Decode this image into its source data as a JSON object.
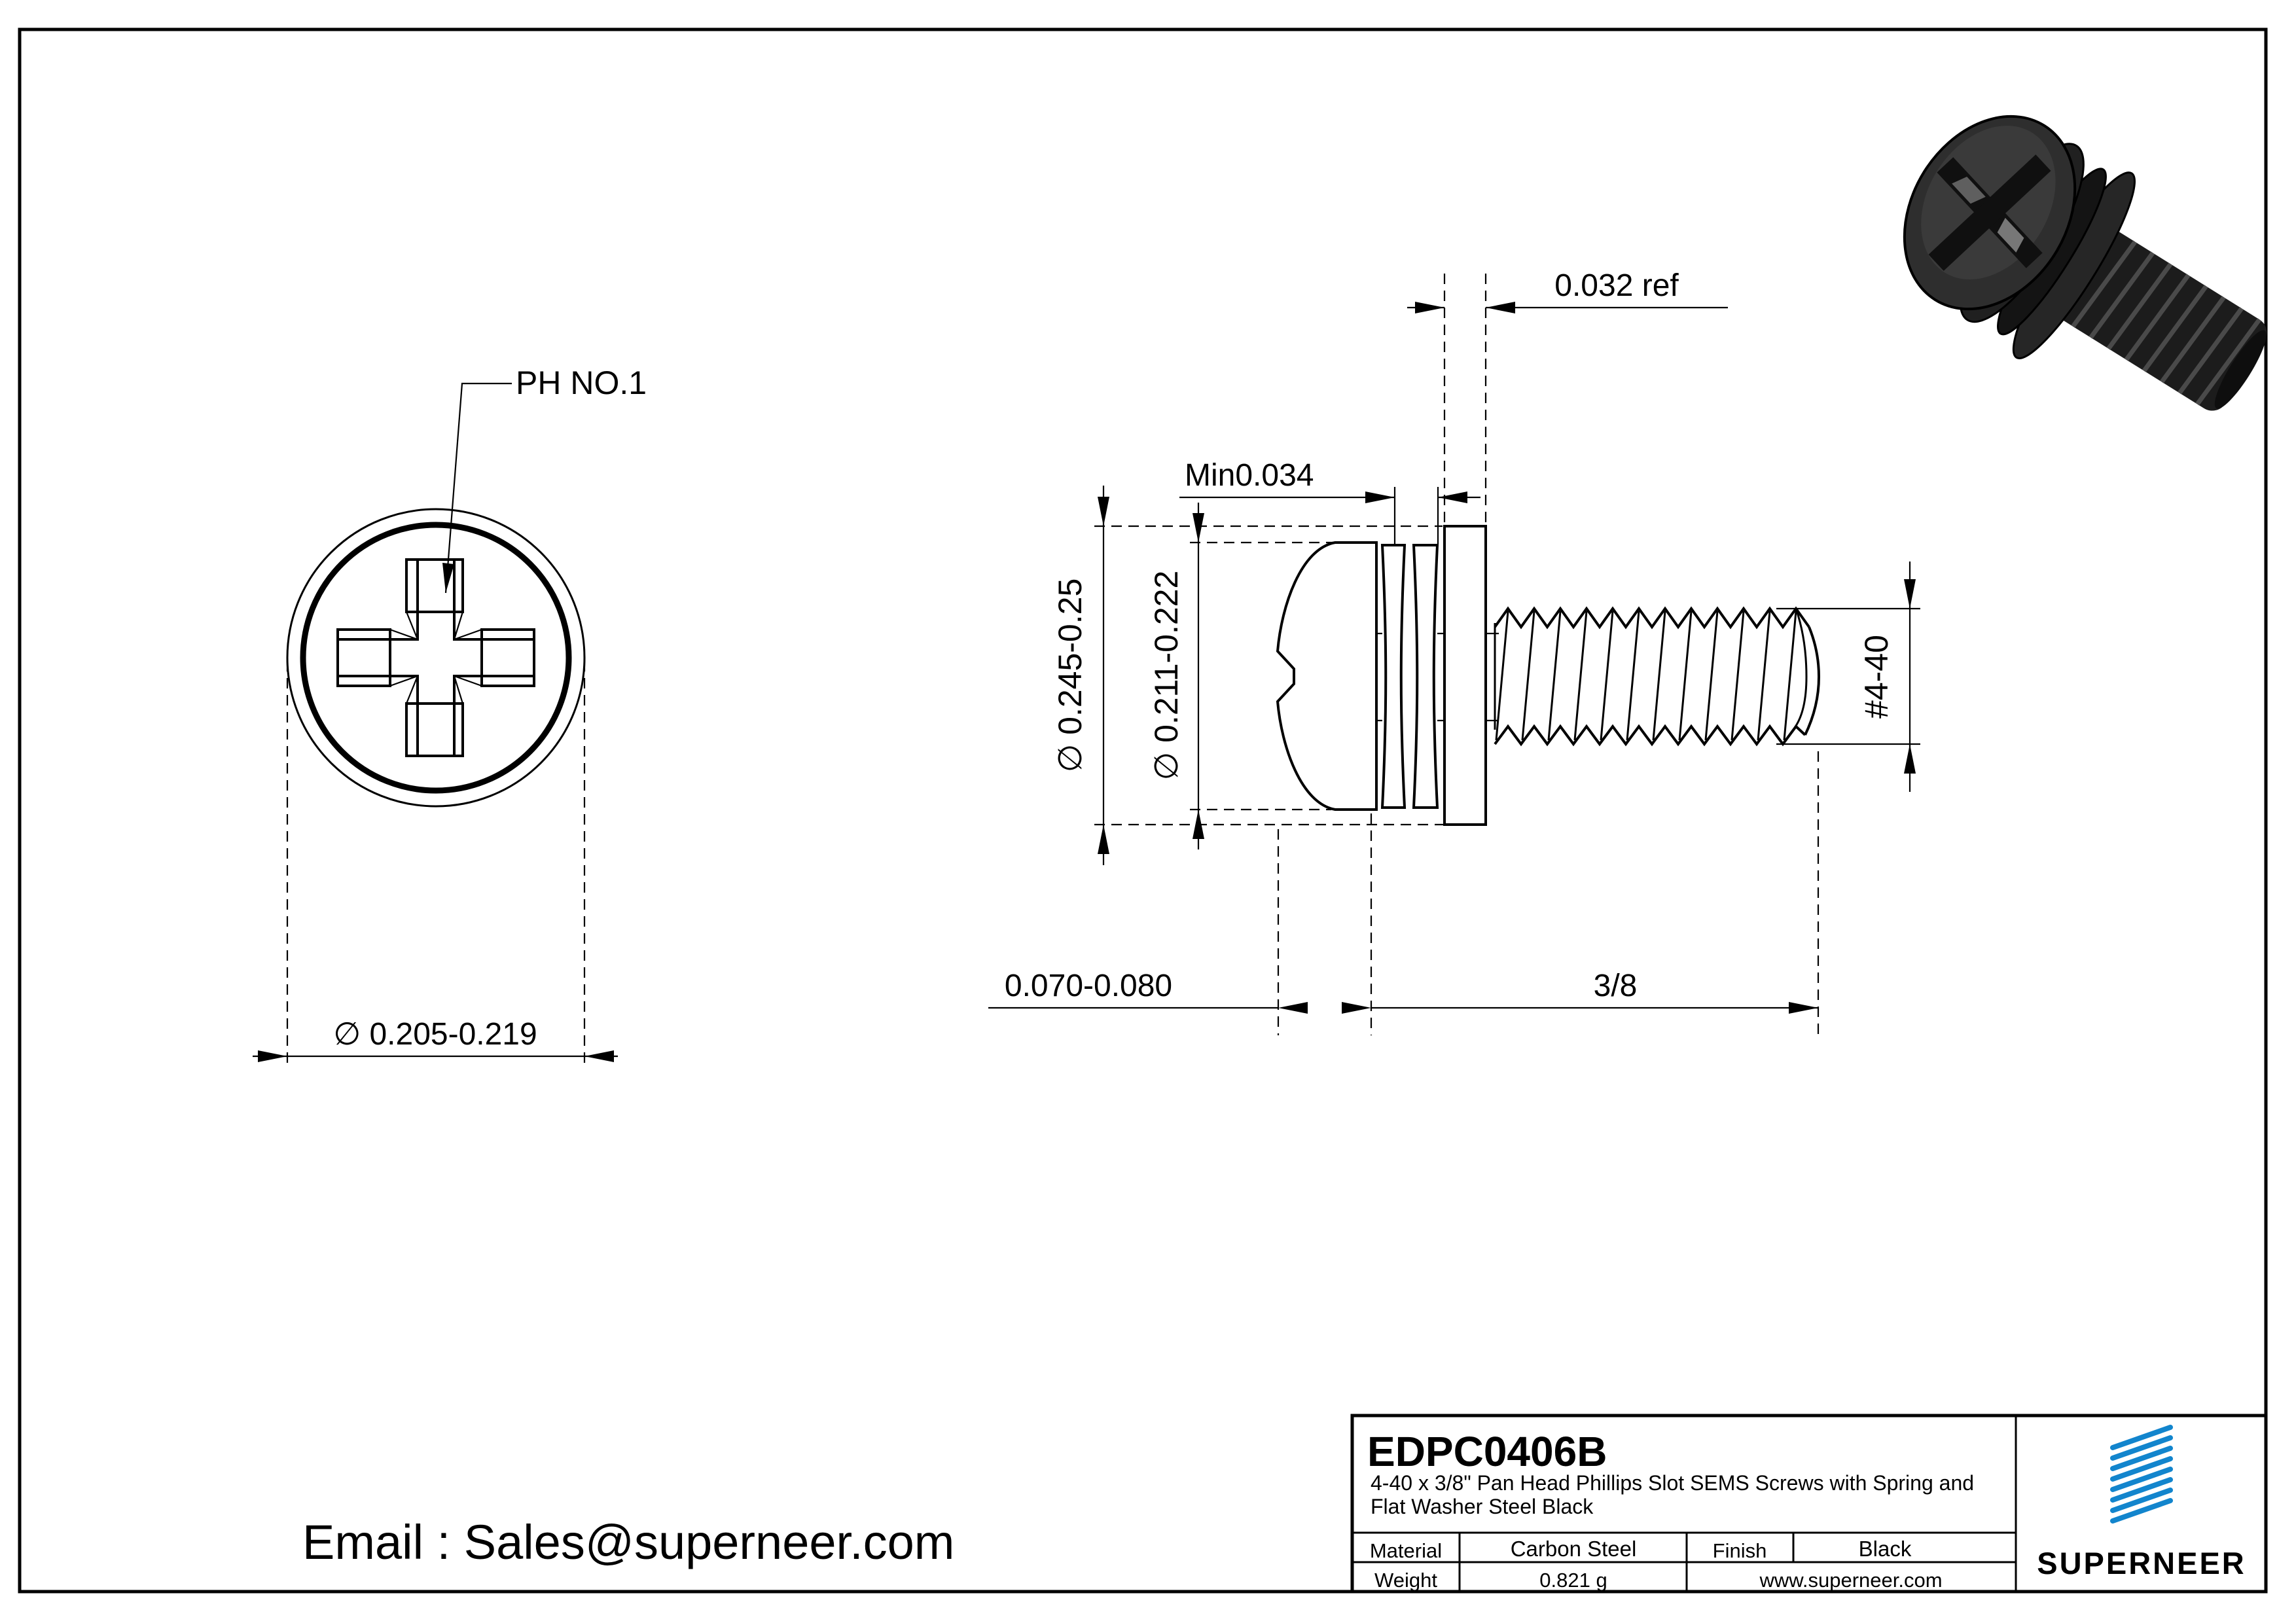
{
  "front_view": {
    "drive_label": "PH NO.1",
    "head_diameter": "∅ 0.205-0.219"
  },
  "side_view": {
    "flat_washer_thickness": "0.032 ref",
    "spring_washer_thickness": "Min0.034",
    "flat_washer_od": "∅ 0.245-0.25",
    "spring_washer_od": "∅ 0.211-0.222",
    "thread_spec": "#4-40",
    "head_height": "0.070-0.080",
    "thread_length": "3/8"
  },
  "footer": {
    "email": "Email : Sales@superneer.com"
  },
  "title_block": {
    "part_number": "EDPC0406B",
    "description_line1": "4-40 x 3/8\" Pan Head Phillips Slot SEMS Screws with Spring and",
    "description_line2": "Flat Washer Steel Black",
    "material_label": "Material",
    "material_value": "Carbon Steel",
    "finish_label": "Finish",
    "finish_value": "Black",
    "weight_label": "Weight",
    "weight_value": "0.821 g",
    "website": "www.superneer.com",
    "brand": "SUPERNEER"
  },
  "colors": {
    "brand_blue": "#1285cd",
    "link_blue": "#2e86d6",
    "line": "#000000",
    "background": "#ffffff"
  }
}
